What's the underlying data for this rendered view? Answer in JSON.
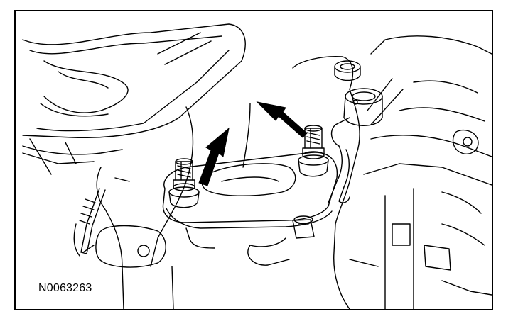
{
  "figure": {
    "id_label": "N0063263",
    "line_color": "#000000",
    "background_color": "#ffffff",
    "callouts": [
      {
        "icon": "arrow-icon",
        "points_to": "left-stud"
      },
      {
        "icon": "arrow-icon",
        "points_to": "right-stud"
      }
    ]
  }
}
